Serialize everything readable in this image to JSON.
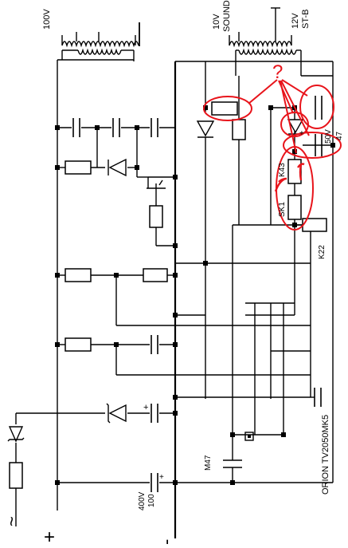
{
  "labels": {
    "v100": "100V",
    "v10": "10V",
    "sound": "SOUND",
    "v12": "12V",
    "stb": "ST-B",
    "question": "?",
    "k43": "K43",
    "sk1": "SK1",
    "k22": "K22",
    "v50": "50V",
    "n47": "47",
    "model": "ORION TV2050MK5",
    "m47": "M47",
    "v400": "400V",
    "c100": "100",
    "ac": "~",
    "plus": "+",
    "minus": "-",
    "cap_plus": "+"
  },
  "colors": {
    "wire": "#000000",
    "annotation": "#e8141b",
    "background": "#ffffff"
  }
}
